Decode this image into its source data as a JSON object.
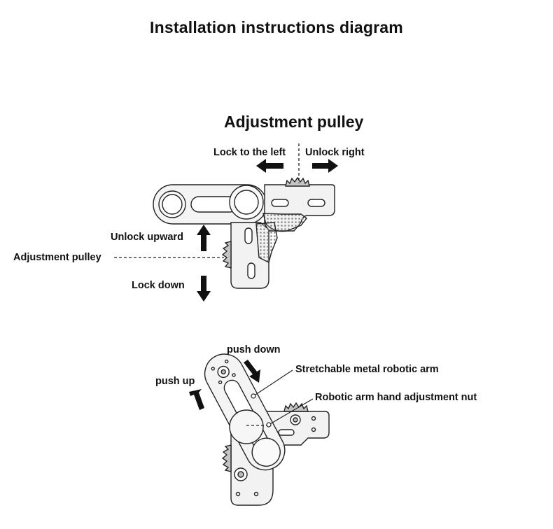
{
  "title": "Installation instructions diagram",
  "section_title": "Adjustment pulley",
  "top_labels": {
    "lock_left": "Lock to the left",
    "unlock_right": "Unlock right",
    "unlock_upward": "Unlock upward",
    "adjustment_pulley": "Adjustment pulley",
    "lock_down": "Lock down"
  },
  "bottom_labels": {
    "push_down": "push down",
    "push_up": "push up",
    "stretchable_arm": "Stretchable metal robotic arm",
    "adjustment_nut": "Robotic arm hand adjustment nut"
  },
  "colors": {
    "line": "#222222",
    "part_fill": "#f2f2f2",
    "knurl": "#bdbdbd"
  }
}
